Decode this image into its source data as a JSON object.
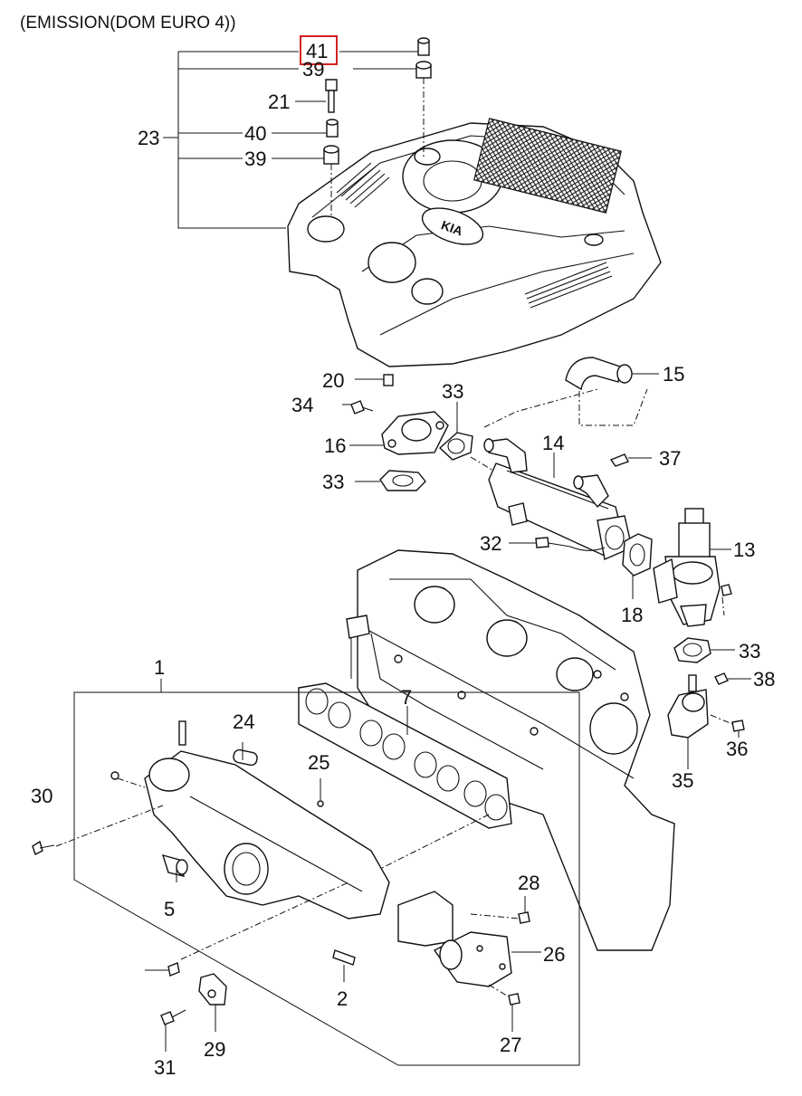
{
  "title": "(EMISSION(DOM EURO 4))",
  "highlight_color": "#d42020",
  "labels": {
    "p41": "41",
    "p39a": "39",
    "p21": "21",
    "p23": "23",
    "p40": "40",
    "p39b": "39",
    "p20": "20",
    "p34": "34",
    "p16": "16",
    "p33a": "33",
    "p33b": "33",
    "p15": "15",
    "p14": "14",
    "p37": "37",
    "p32": "32",
    "p18": "18",
    "p13": "13",
    "p33c": "33",
    "p38": "38",
    "p36": "36",
    "p35": "35",
    "p1": "1",
    "p7": "7",
    "p24": "24",
    "p25": "25",
    "p30": "30",
    "p5": "5",
    "p28": "28",
    "p26": "26",
    "p2": "2",
    "p27": "27",
    "p29": "29",
    "p31": "31"
  },
  "logo_text": "KIA"
}
